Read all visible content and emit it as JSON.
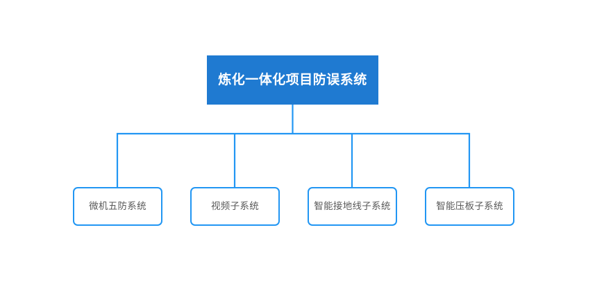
{
  "diagram": {
    "type": "org-chart",
    "title_node": {
      "label": "炼化一体化项目防误系统",
      "fill_color": "#1f7ad1",
      "text_color": "#ffffff"
    },
    "children": [
      {
        "label": "微机五防系统"
      },
      {
        "label": "视频子系统"
      },
      {
        "label": "智能接地线子系统"
      },
      {
        "label": "智能压板子系统"
      }
    ],
    "connector_color": "#2196f3",
    "child_border_color": "#2196f3",
    "child_text_color": "#595959",
    "background_color": "#ffffff"
  }
}
